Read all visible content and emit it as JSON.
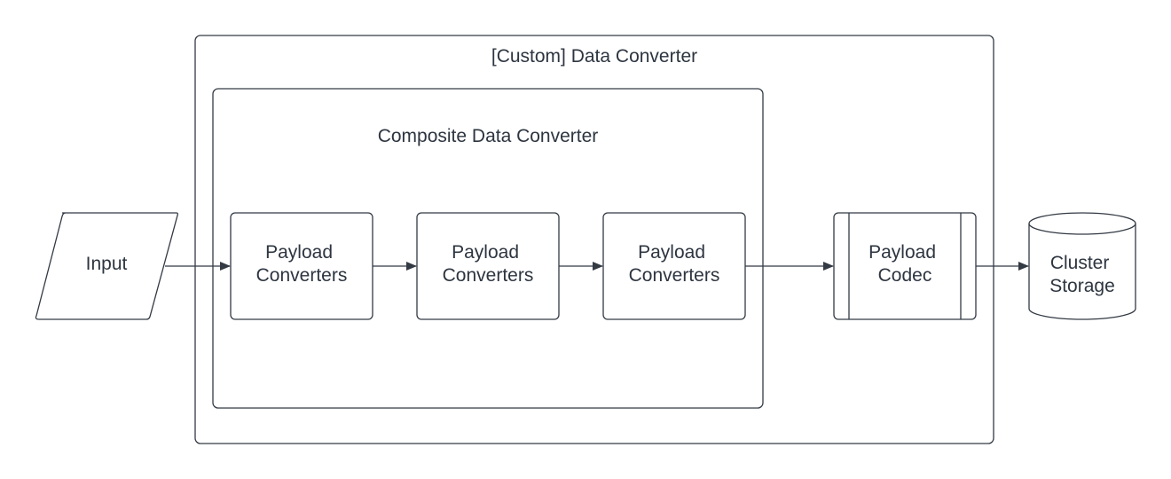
{
  "diagram": {
    "outer_container": {
      "title": "[Custom] Data Converter"
    },
    "inner_container": {
      "title": "Composite Data Converter"
    },
    "input": {
      "label": "Input"
    },
    "converters": [
      {
        "line1": "Payload",
        "line2": "Converters"
      },
      {
        "line1": "Payload",
        "line2": "Converters"
      },
      {
        "line1": "Payload",
        "line2": "Converters"
      }
    ],
    "codec": {
      "line1": "Payload",
      "line2": "Codec"
    },
    "storage": {
      "line1": "Cluster",
      "line2": "Storage"
    }
  },
  "colors": {
    "stroke": "#333a44",
    "text": "#2d3540",
    "fill": "#ffffff"
  }
}
